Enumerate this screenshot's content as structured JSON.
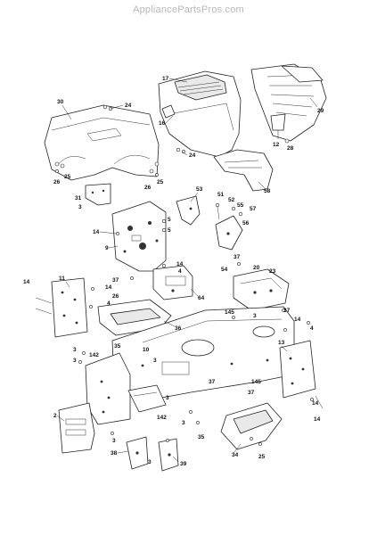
{
  "watermark": "AppliancePartsPros.com",
  "callouts": [
    {
      "id": "c30",
      "label": "30"
    },
    {
      "id": "c24a",
      "label": "24"
    },
    {
      "id": "c17",
      "label": "17"
    },
    {
      "id": "c16",
      "label": "16"
    },
    {
      "id": "c29",
      "label": "29"
    },
    {
      "id": "c12",
      "label": "12"
    },
    {
      "id": "c28",
      "label": "28"
    },
    {
      "id": "c25a",
      "label": "25"
    },
    {
      "id": "c26a",
      "label": "26"
    },
    {
      "id": "c24b",
      "label": "24"
    },
    {
      "id": "c25b",
      "label": "25"
    },
    {
      "id": "c26b",
      "label": "26"
    },
    {
      "id": "c31",
      "label": "31"
    },
    {
      "id": "c3a",
      "label": "3"
    },
    {
      "id": "c58",
      "label": "58"
    },
    {
      "id": "c53",
      "label": "53"
    },
    {
      "id": "c51",
      "label": "51"
    },
    {
      "id": "c52",
      "label": "52"
    },
    {
      "id": "c55",
      "label": "55"
    },
    {
      "id": "c57",
      "label": "57"
    },
    {
      "id": "c56",
      "label": "56"
    },
    {
      "id": "c54",
      "label": "54"
    },
    {
      "id": "c5a",
      "label": "5"
    },
    {
      "id": "c5b",
      "label": "5"
    },
    {
      "id": "c14a",
      "label": "14"
    },
    {
      "id": "c9",
      "label": "9"
    },
    {
      "id": "c14b",
      "label": "14"
    },
    {
      "id": "c4a",
      "label": "4"
    },
    {
      "id": "c37a",
      "label": "37"
    },
    {
      "id": "c11",
      "label": "11"
    },
    {
      "id": "c14c",
      "label": "14"
    },
    {
      "id": "c14d",
      "label": "14"
    },
    {
      "id": "c4b",
      "label": "4"
    },
    {
      "id": "c64",
      "label": "64"
    },
    {
      "id": "c37b",
      "label": "37"
    },
    {
      "id": "c20",
      "label": "20"
    },
    {
      "id": "c23",
      "label": "23"
    },
    {
      "id": "c37c",
      "label": "37"
    },
    {
      "id": "c26c",
      "label": "26"
    },
    {
      "id": "c145a",
      "label": "145"
    },
    {
      "id": "c3b",
      "label": "3"
    },
    {
      "id": "c14e",
      "label": "14"
    },
    {
      "id": "c4c",
      "label": "4"
    },
    {
      "id": "c36",
      "label": "36"
    },
    {
      "id": "c35a",
      "label": "35"
    },
    {
      "id": "c10",
      "label": "10"
    },
    {
      "id": "c13",
      "label": "13"
    },
    {
      "id": "c3c",
      "label": "3"
    },
    {
      "id": "c3d",
      "label": "3"
    },
    {
      "id": "c142a",
      "label": "142"
    },
    {
      "id": "c3e",
      "label": "3"
    },
    {
      "id": "c37d",
      "label": "37"
    },
    {
      "id": "c145b",
      "label": "145"
    },
    {
      "id": "c37e",
      "label": "37"
    },
    {
      "id": "c14f",
      "label": "14"
    },
    {
      "id": "c3f",
      "label": "3"
    },
    {
      "id": "c142b",
      "label": "142"
    },
    {
      "id": "c3g",
      "label": "3"
    },
    {
      "id": "c2",
      "label": "2"
    },
    {
      "id": "c35b",
      "label": "35"
    },
    {
      "id": "c3h",
      "label": "3"
    },
    {
      "id": "c38",
      "label": "38"
    },
    {
      "id": "c3i",
      "label": "3"
    },
    {
      "id": "c39",
      "label": "39"
    },
    {
      "id": "c34",
      "label": "34"
    },
    {
      "id": "c25c",
      "label": "25"
    },
    {
      "id": "c14g",
      "label": "14"
    }
  ]
}
